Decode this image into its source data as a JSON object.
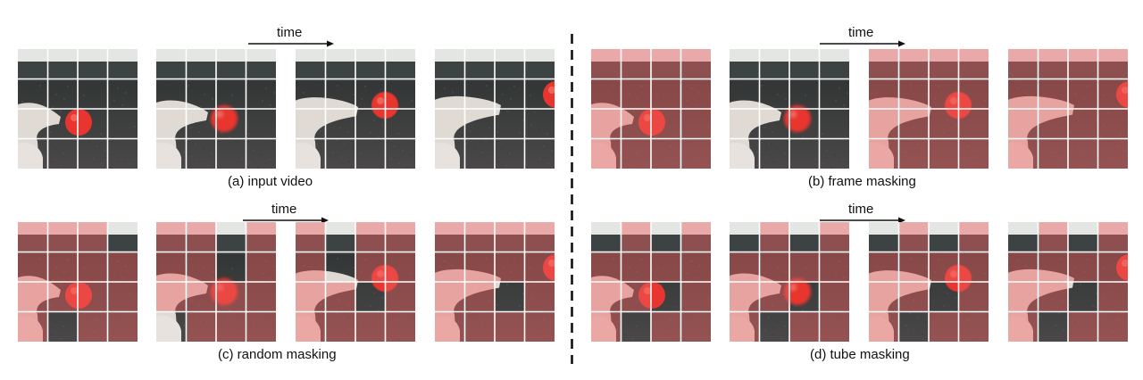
{
  "figure": {
    "time_label": "time",
    "panels": [
      {
        "id": "a",
        "caption": "(a) input video",
        "masks": [
          [
            [
              0,
              0,
              0,
              0
            ],
            [
              0,
              0,
              0,
              0
            ],
            [
              0,
              0,
              0,
              0
            ],
            [
              0,
              0,
              0,
              0
            ]
          ],
          [
            [
              0,
              0,
              0,
              0
            ],
            [
              0,
              0,
              0,
              0
            ],
            [
              0,
              0,
              0,
              0
            ],
            [
              0,
              0,
              0,
              0
            ]
          ],
          [
            [
              0,
              0,
              0,
              0
            ],
            [
              0,
              0,
              0,
              0
            ],
            [
              0,
              0,
              0,
              0
            ],
            [
              0,
              0,
              0,
              0
            ]
          ],
          [
            [
              0,
              0,
              0,
              0
            ],
            [
              0,
              0,
              0,
              0
            ],
            [
              0,
              0,
              0,
              0
            ],
            [
              0,
              0,
              0,
              0
            ]
          ]
        ]
      },
      {
        "id": "b",
        "caption": "(b) frame masking",
        "masks": [
          [
            [
              1,
              1,
              1,
              1
            ],
            [
              1,
              1,
              1,
              1
            ],
            [
              1,
              1,
              1,
              1
            ],
            [
              1,
              1,
              1,
              1
            ]
          ],
          [
            [
              0,
              0,
              0,
              0
            ],
            [
              0,
              0,
              0,
              0
            ],
            [
              0,
              0,
              0,
              0
            ],
            [
              0,
              0,
              0,
              0
            ]
          ],
          [
            [
              1,
              1,
              1,
              1
            ],
            [
              1,
              1,
              1,
              1
            ],
            [
              1,
              1,
              1,
              1
            ],
            [
              1,
              1,
              1,
              1
            ]
          ],
          [
            [
              1,
              1,
              1,
              1
            ],
            [
              1,
              1,
              1,
              1
            ],
            [
              1,
              1,
              1,
              1
            ],
            [
              1,
              1,
              1,
              1
            ]
          ]
        ]
      },
      {
        "id": "c",
        "caption": "(c) random masking",
        "masks": [
          [
            [
              1,
              1,
              1,
              0
            ],
            [
              1,
              1,
              1,
              1
            ],
            [
              1,
              1,
              1,
              1
            ],
            [
              1,
              0,
              1,
              1
            ]
          ],
          [
            [
              1,
              1,
              0,
              1
            ],
            [
              1,
              1,
              0,
              1
            ],
            [
              1,
              1,
              1,
              1
            ],
            [
              0,
              1,
              1,
              1
            ]
          ],
          [
            [
              1,
              0,
              1,
              1
            ],
            [
              1,
              0,
              1,
              1
            ],
            [
              1,
              1,
              0,
              1
            ],
            [
              1,
              1,
              1,
              1
            ]
          ],
          [
            [
              1,
              1,
              1,
              1
            ],
            [
              1,
              1,
              1,
              1
            ],
            [
              1,
              1,
              0,
              1
            ],
            [
              1,
              1,
              1,
              1
            ]
          ]
        ]
      },
      {
        "id": "d",
        "caption": "(d) tube masking",
        "masks": [
          [
            [
              0,
              1,
              0,
              1
            ],
            [
              1,
              1,
              1,
              1
            ],
            [
              1,
              1,
              0,
              1
            ],
            [
              1,
              0,
              1,
              1
            ]
          ],
          [
            [
              0,
              1,
              0,
              1
            ],
            [
              1,
              1,
              1,
              1
            ],
            [
              1,
              1,
              0,
              1
            ],
            [
              1,
              0,
              1,
              1
            ]
          ],
          [
            [
              0,
              1,
              0,
              1
            ],
            [
              1,
              1,
              1,
              1
            ],
            [
              1,
              1,
              0,
              1
            ],
            [
              1,
              0,
              1,
              1
            ]
          ],
          [
            [
              0,
              1,
              0,
              1
            ],
            [
              1,
              1,
              1,
              1
            ],
            [
              1,
              1,
              0,
              1
            ],
            [
              1,
              0,
              1,
              1
            ]
          ]
        ]
      }
    ],
    "colors": {
      "mask": "#f05f5f",
      "grid": "#ffffff",
      "divider": "#111111",
      "background_top": "#e4e6e4",
      "background_wall": "#3d4242",
      "background_table": "#4a4848",
      "ball": "#e8352f",
      "hand": "#e9e3dc"
    }
  }
}
